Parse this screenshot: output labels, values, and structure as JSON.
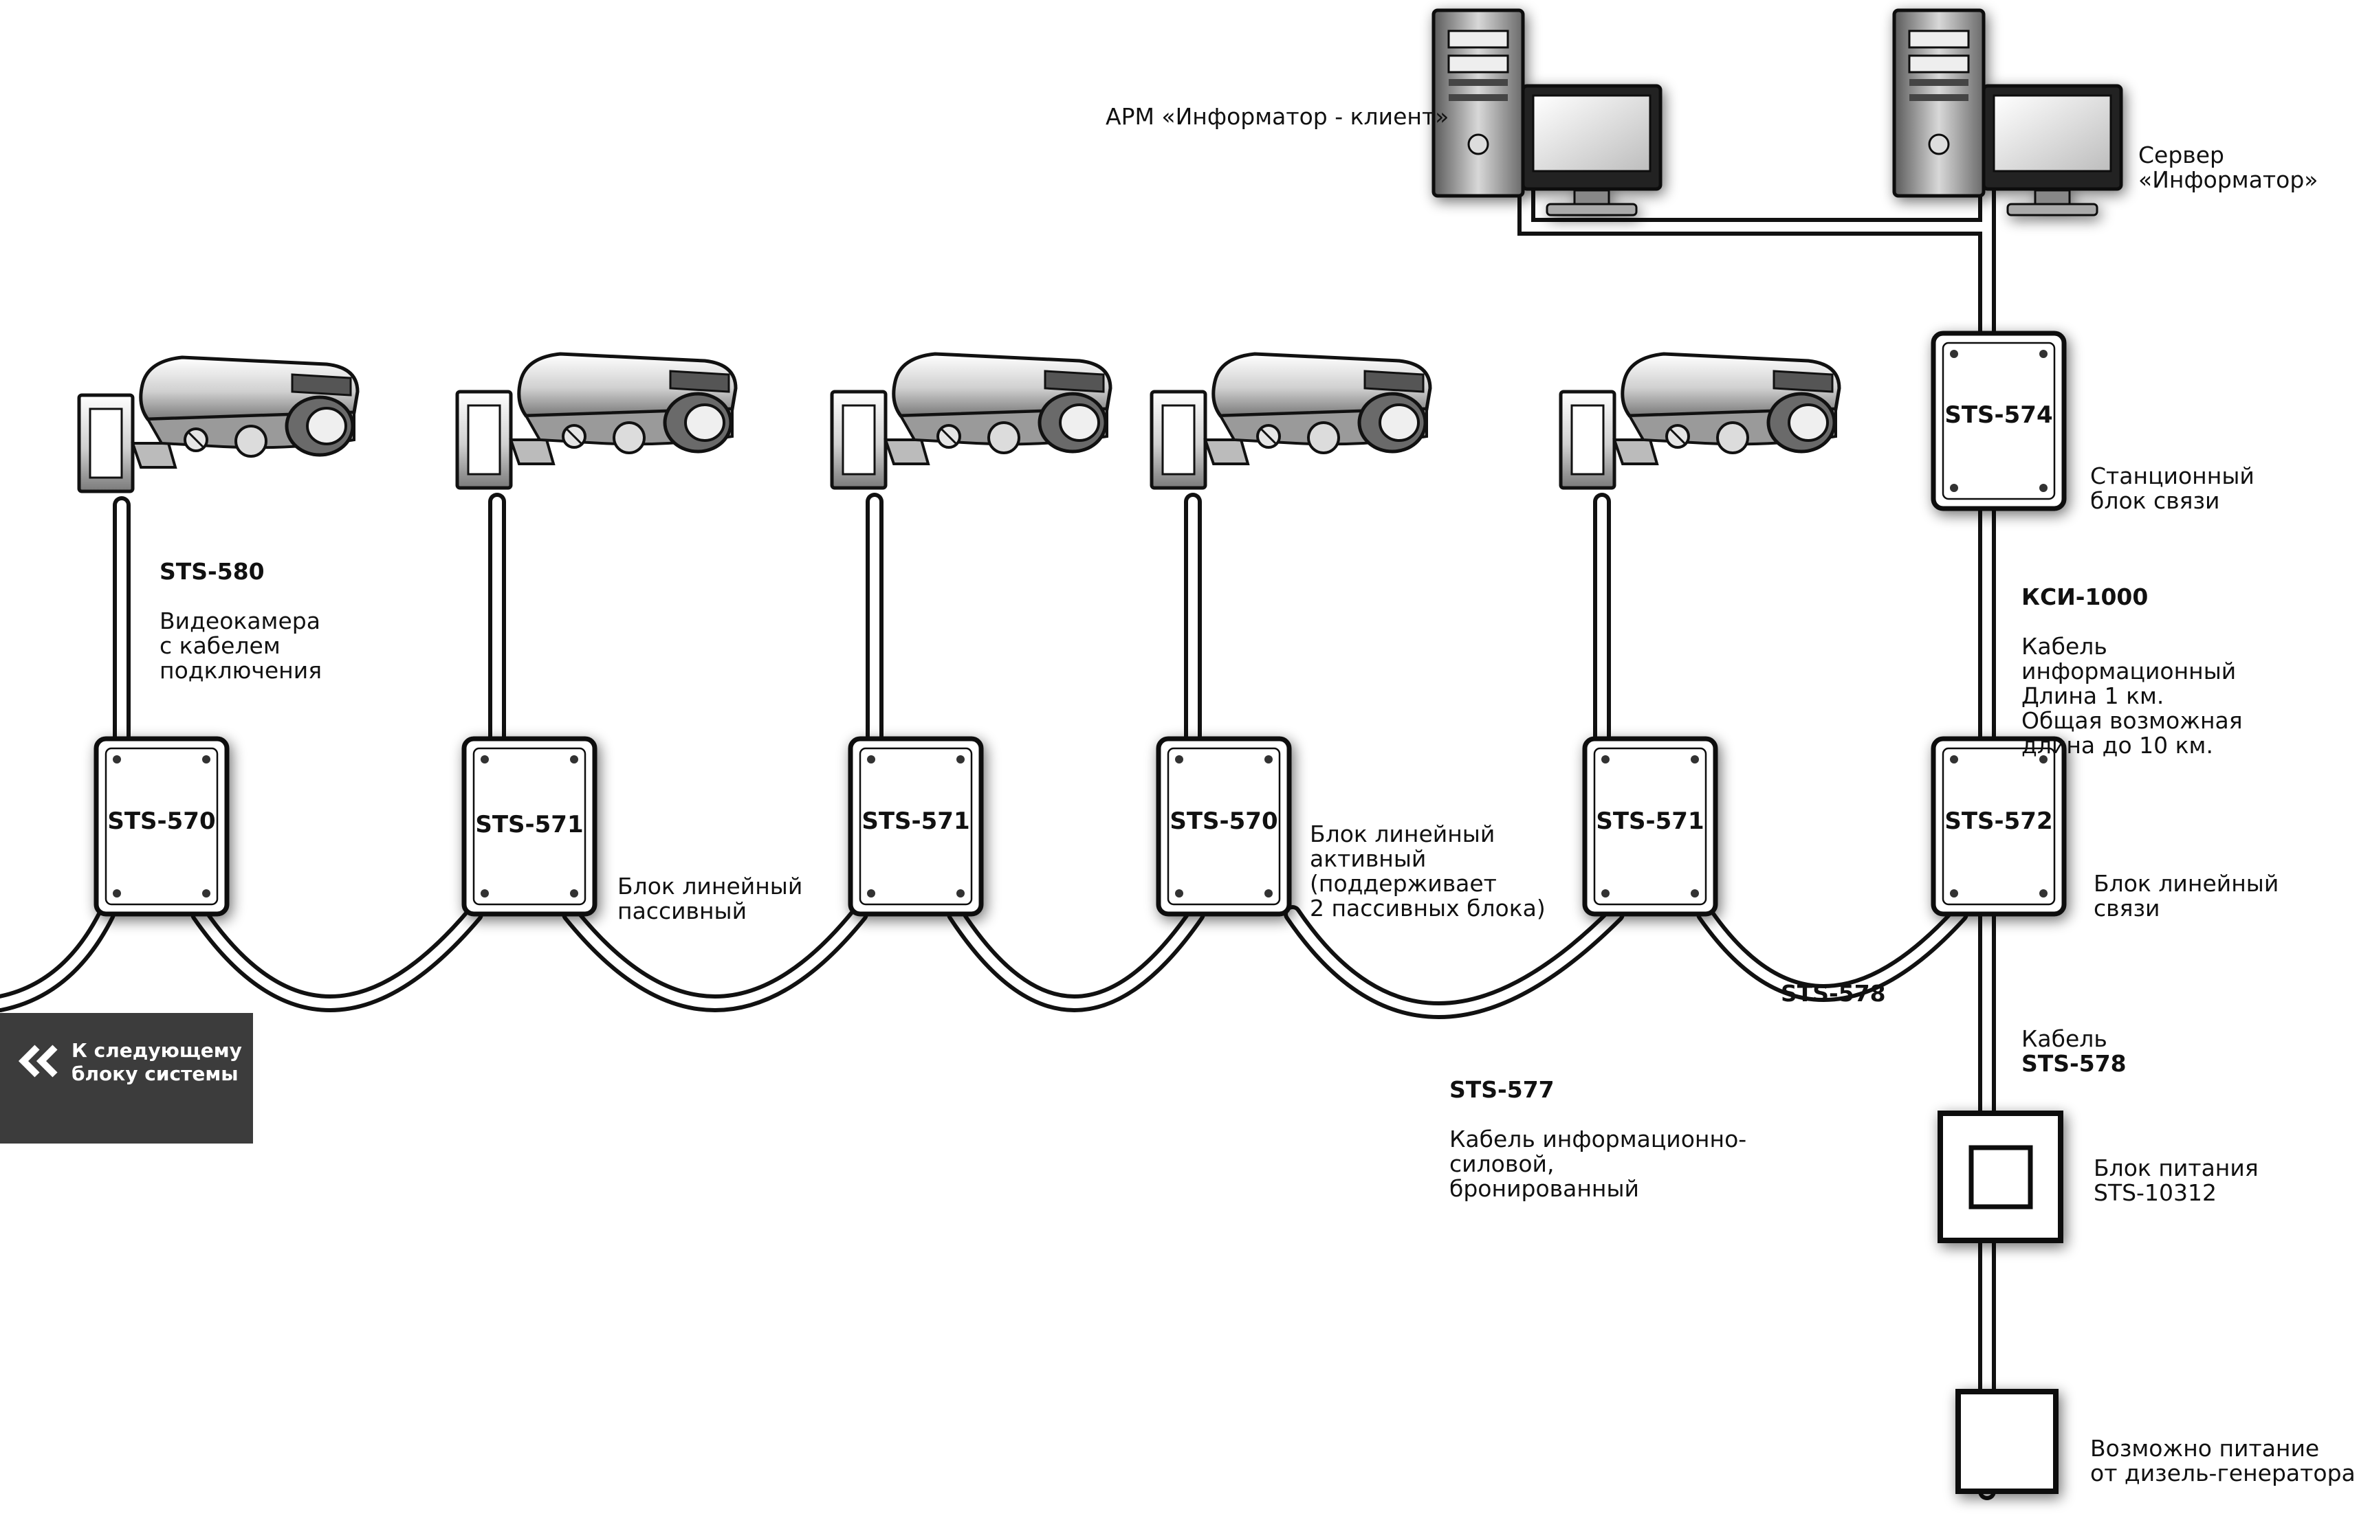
{
  "devices": {
    "camera": {
      "model": "STS-580",
      "desc": "Видеокамера\nс кабелем\nподключения"
    },
    "boxes": [
      "STS-570",
      "STS-571",
      "STS-571",
      "STS-570",
      "STS-571",
      "STS-572",
      "STS-574"
    ],
    "passive_block": "Блок линейный\nпассивный",
    "active_block": "Блок линейный\nактивный\n(поддерживает\n2 пассивных блока)",
    "link_block": "Блок линейный\nсвязи",
    "station_block": "Станционный\nблок связи"
  },
  "computers": {
    "client": "АРМ «Информатор - клиент»",
    "server": "Сервер\n«Информатор»"
  },
  "cables": {
    "ksi": {
      "model": "КСИ-1000",
      "desc": "Кабель\nинформационный\nДлина 1 км.\nОбщая возможная\nдлина до 10 км."
    },
    "sts578_label": "STS-578",
    "vertical": {
      "prefix": "Кабель",
      "model": "STS-578"
    },
    "sts577": {
      "model": "STS-577",
      "desc": "Кабель информационно-\nсиловой,\nбронированный"
    }
  },
  "power": {
    "supply": "Блок питания\nSTS-10312",
    "generator": "Возможно питание\nот  дизель-генератора"
  },
  "nav": {
    "label": "К следующему\nблоку системы",
    "icon": "double-chevron-left-icon"
  },
  "colors": {
    "stroke": "#111111",
    "nav_bg": "#3c3c3c"
  }
}
